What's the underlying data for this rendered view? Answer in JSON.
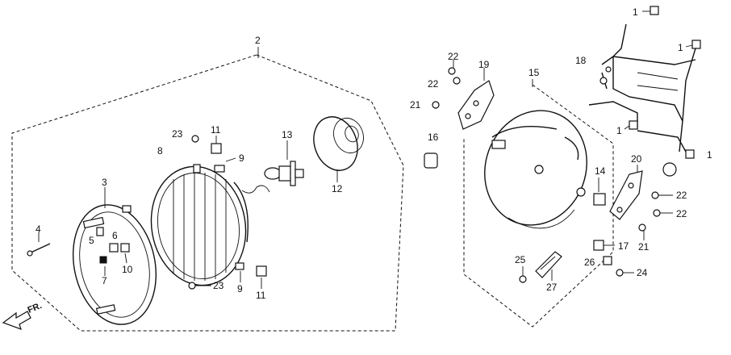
{
  "direction_label": "FR.",
  "callouts": [
    {
      "id": "c-1a",
      "text": "1"
    },
    {
      "id": "c-1b",
      "text": "1"
    },
    {
      "id": "c-1c",
      "text": "1"
    },
    {
      "id": "c-1d",
      "text": "1"
    },
    {
      "id": "c-2",
      "text": "2"
    },
    {
      "id": "c-3",
      "text": "3"
    },
    {
      "id": "c-4",
      "text": "4"
    },
    {
      "id": "c-5",
      "text": "5"
    },
    {
      "id": "c-6",
      "text": "6"
    },
    {
      "id": "c-7",
      "text": "7"
    },
    {
      "id": "c-8",
      "text": "8"
    },
    {
      "id": "c-9a",
      "text": "9"
    },
    {
      "id": "c-9b",
      "text": "9"
    },
    {
      "id": "c-10",
      "text": "10"
    },
    {
      "id": "c-11a",
      "text": "11"
    },
    {
      "id": "c-11b",
      "text": "11"
    },
    {
      "id": "c-12",
      "text": "12"
    },
    {
      "id": "c-13",
      "text": "13"
    },
    {
      "id": "c-14",
      "text": "14"
    },
    {
      "id": "c-15",
      "text": "15"
    },
    {
      "id": "c-16",
      "text": "16"
    },
    {
      "id": "c-17",
      "text": "17"
    },
    {
      "id": "c-18",
      "text": "18"
    },
    {
      "id": "c-19",
      "text": "19"
    },
    {
      "id": "c-20",
      "text": "20"
    },
    {
      "id": "c-21a",
      "text": "21"
    },
    {
      "id": "c-21b",
      "text": "21"
    },
    {
      "id": "c-22a",
      "text": "22"
    },
    {
      "id": "c-22b",
      "text": "22"
    },
    {
      "id": "c-22c",
      "text": "22"
    },
    {
      "id": "c-22d",
      "text": "22"
    },
    {
      "id": "c-23a",
      "text": "23"
    },
    {
      "id": "c-23b",
      "text": "23"
    },
    {
      "id": "c-24",
      "text": "24"
    },
    {
      "id": "c-25",
      "text": "25"
    },
    {
      "id": "c-26",
      "text": "26"
    },
    {
      "id": "c-27",
      "text": "27"
    }
  ]
}
